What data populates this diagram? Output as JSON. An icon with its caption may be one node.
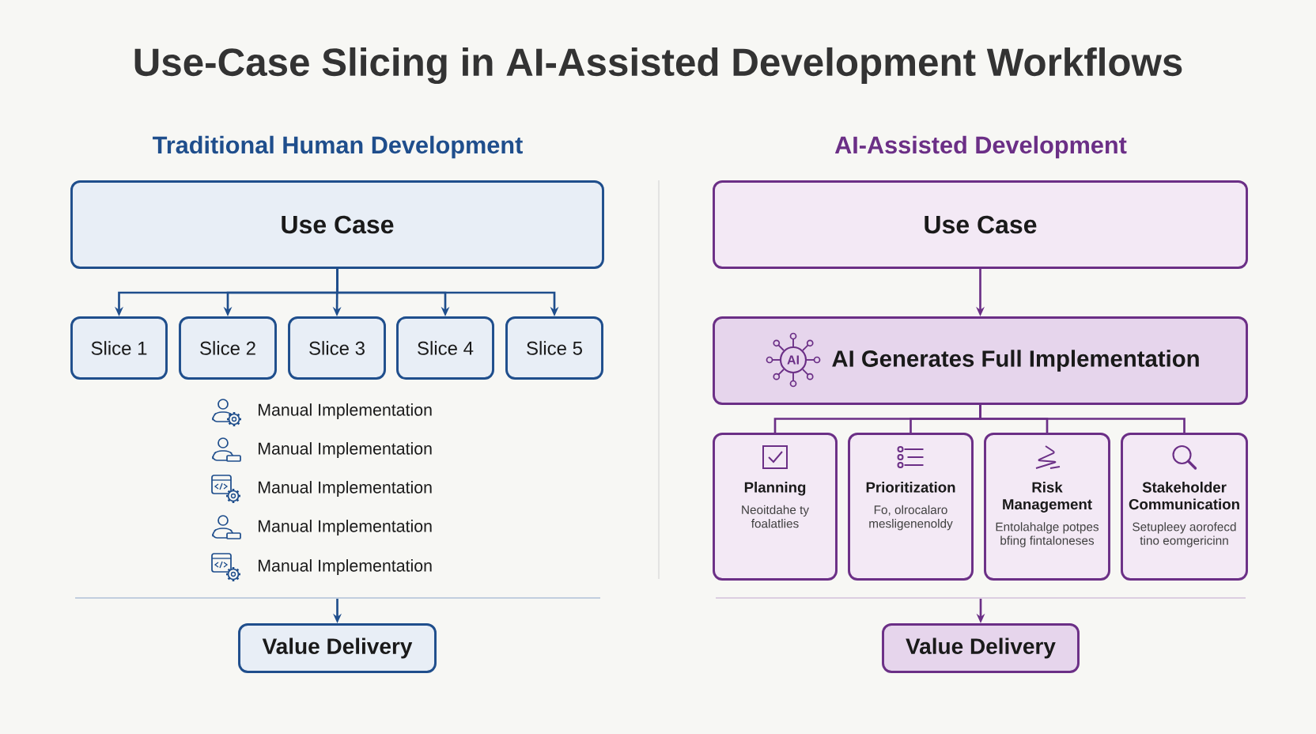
{
  "diagram": {
    "title": "Use-Case Slicing in AI-Assisted Development Workflows",
    "nodes": [
      {
        "text": [
          "Use Case"
        ]
      },
      {
        "text": [
          "Slice 1"
        ]
      },
      {
        "text": [
          "Slice 2"
        ]
      },
      {
        "text": [
          "Slice 3"
        ]
      },
      {
        "text": [
          "Slice 4"
        ]
      },
      {
        "text": [
          "Slice 5"
        ]
      },
      {
        "text": [
          "Value Delivery"
        ]
      },
      {
        "text": [
          "Use Case"
        ]
      },
      {
        "text": [
          "AI Generates Full Implementation"
        ]
      },
      {
        "text": [
          "Planning",
          "Neoitdahe ty foalatlies"
        ]
      },
      {
        "text": [
          "Prioritization",
          "Fo, olrocalaro mesligenenoldy"
        ]
      },
      {
        "text": [
          "Risk Management",
          "Entolahalge potpes bfing fintaloneses"
        ]
      },
      {
        "text": [
          "Stakeholder Communication",
          "Setupleey aorofecd tino eomgericinn"
        ]
      },
      {
        "text": [
          "Value Delivery"
        ]
      }
    ],
    "edges": [
      {
        "from": 0,
        "to": 1,
        "arrow": "to",
        "color": "#1f4e8c"
      },
      {
        "from": 0,
        "to": 2,
        "arrow": "to",
        "color": "#1f4e8c"
      },
      {
        "from": 0,
        "to": 3,
        "arrow": "to",
        "color": "#1f4e8c"
      },
      {
        "from": 0,
        "to": 4,
        "arrow": "to",
        "color": "#1f4e8c"
      },
      {
        "from": 0,
        "to": 5,
        "arrow": "to",
        "color": "#1f4e8c"
      },
      {
        "from": null,
        "to": 6,
        "arrow": "to",
        "color": "#1f4e8c"
      },
      {
        "from": 7,
        "to": 8,
        "arrow": "to",
        "color": "#6b2f86"
      },
      {
        "from": 8,
        "to": 9,
        "arrow": "none",
        "color": "#6b2f86"
      },
      {
        "from": 8,
        "to": 10,
        "arrow": "none",
        "color": "#6b2f86"
      },
      {
        "from": 8,
        "to": 11,
        "arrow": "none",
        "color": "#6b2f86"
      },
      {
        "from": 8,
        "to": 12,
        "arrow": "none",
        "color": "#6b2f86"
      },
      {
        "from": null,
        "to": 13,
        "arrow": "to",
        "color": "#6b2f86"
      }
    ],
    "labels": [
      "Traditional Human Development",
      "AI-Assisted Development",
      "Manual Implementation",
      "Manual Implementation",
      "Manual Implementation",
      "Manual Implementation",
      "Manual Implementation",
      "AI"
    ]
  }
}
